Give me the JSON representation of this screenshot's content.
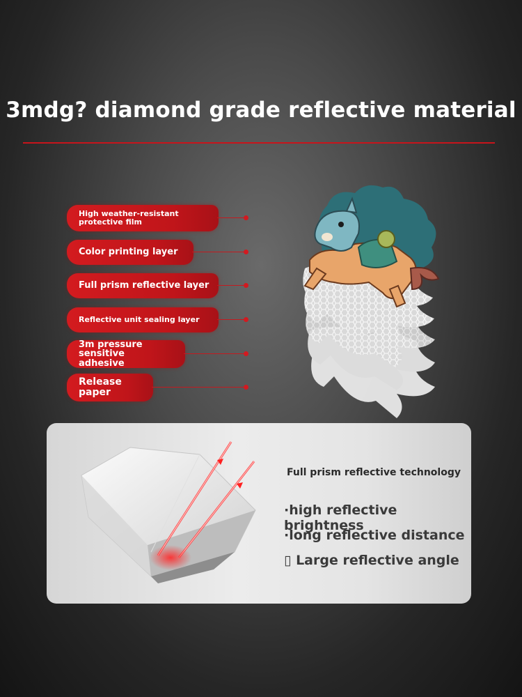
{
  "title": "3mdg? diamond grade reflective material",
  "layers": [
    {
      "label": "High weather-resistant protective film"
    },
    {
      "label": "Color printing layer"
    },
    {
      "label": "Full prism reflective layer"
    },
    {
      "label": "Reflective unit sealing layer"
    },
    {
      "label": "3m pressure sensitive adhesive"
    },
    {
      "label": "Release paper"
    }
  ],
  "card": {
    "tech_title": "Full prism reflective technology",
    "features": [
      "·high reflective brightness",
      "·long reflective distance",
      "▯ Large reflective angle"
    ]
  },
  "colors": {
    "accent_red": "#c8141b",
    "label_red": "#d31b1f",
    "card_bg": "#e6e6e6"
  }
}
